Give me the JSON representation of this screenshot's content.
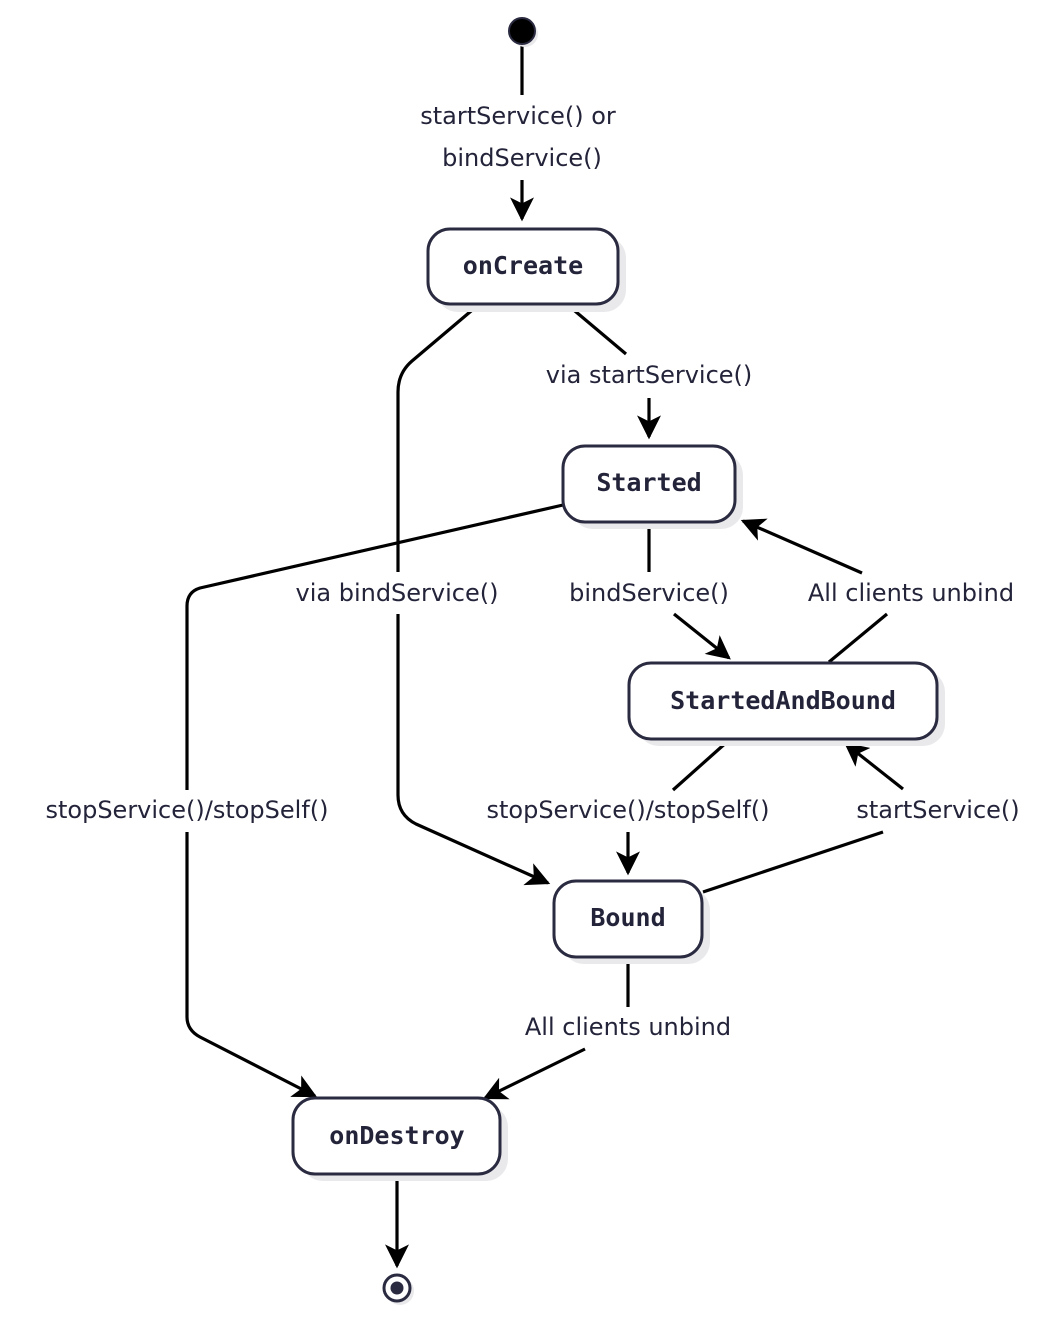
{
  "diagram": {
    "type": "state-machine",
    "colors": {
      "node_border": "#2a2a40",
      "node_fill": "#ffffff",
      "node_shadow": "#e9e9ec",
      "text": "#23233a",
      "edge": "#000000"
    },
    "states": {
      "initial": {
        "label": "initial state"
      },
      "onCreate": {
        "label": "onCreate"
      },
      "Started": {
        "label": "Started"
      },
      "StartedAndBound": {
        "label": "StartedAndBound"
      },
      "Bound": {
        "label": "Bound"
      },
      "onDestroy": {
        "label": "onDestroy"
      },
      "final": {
        "label": "final state"
      }
    },
    "transitions": {
      "initial_to_onCreate": {
        "from": "initial",
        "to": "onCreate",
        "label_line1": "startService() or",
        "label_line2": "bindService()"
      },
      "onCreate_to_Started": {
        "from": "onCreate",
        "to": "Started",
        "label": "via startService()"
      },
      "onCreate_to_Bound": {
        "from": "onCreate",
        "to": "Bound",
        "label": "via bindService()"
      },
      "Started_to_StartedAndBound": {
        "from": "Started",
        "to": "StartedAndBound",
        "label": "bindService()"
      },
      "StartedAndBound_to_Started": {
        "from": "StartedAndBound",
        "to": "Started",
        "label": "All clients unbind"
      },
      "Started_to_onDestroy": {
        "from": "Started",
        "to": "onDestroy",
        "label": "stopService()/stopSelf()"
      },
      "StartedAndBound_to_Bound": {
        "from": "StartedAndBound",
        "to": "Bound",
        "label": "stopService()/stopSelf()"
      },
      "Bound_to_StartedAndBound": {
        "from": "Bound",
        "to": "StartedAndBound",
        "label": "startService()"
      },
      "Bound_to_onDestroy": {
        "from": "Bound",
        "to": "onDestroy",
        "label": "All clients unbind"
      },
      "onDestroy_to_final": {
        "from": "onDestroy",
        "to": "final",
        "label": ""
      }
    }
  }
}
